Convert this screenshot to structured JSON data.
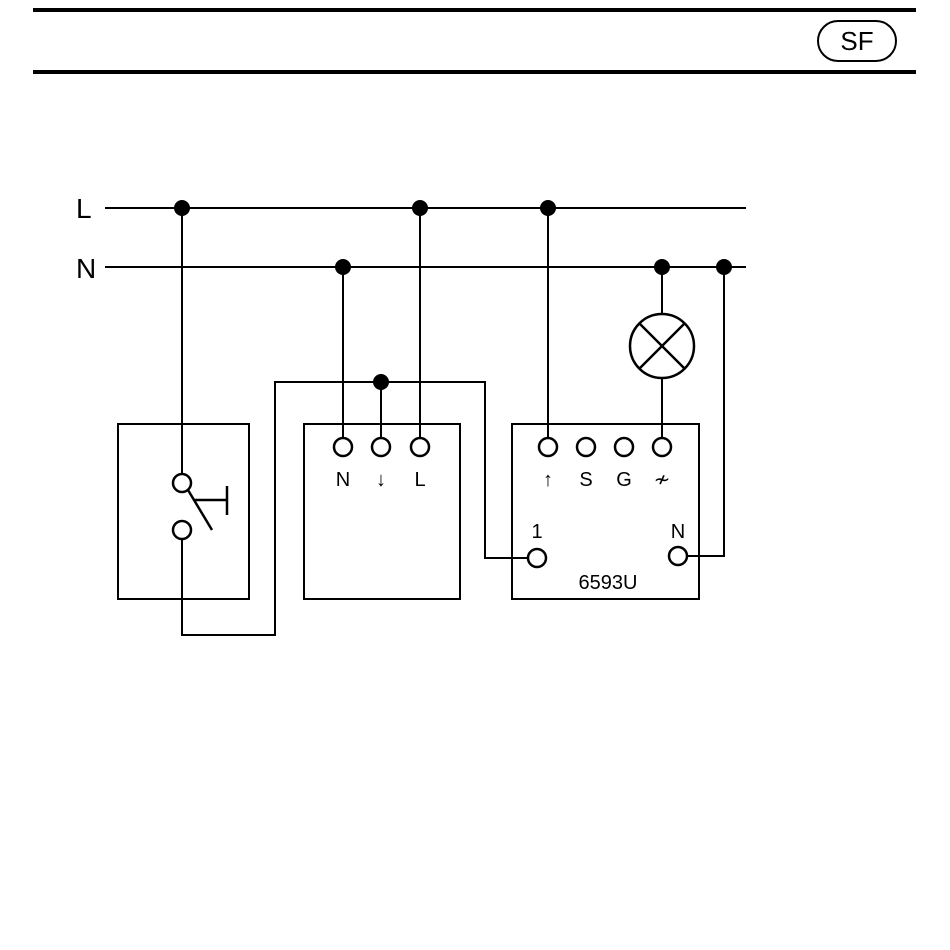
{
  "header": {
    "language_badge": "SF"
  },
  "diagram": {
    "bus_labels": {
      "line": "L",
      "neutral": "N"
    },
    "switch_module": {
      "terminals": [
        "N",
        "↓",
        "L"
      ]
    },
    "relay_module": {
      "terminals": [
        "↑",
        "S",
        "G",
        "≁"
      ],
      "input_label": "1",
      "neutral_label": "N",
      "model": "6593U"
    },
    "lamp_icon": "lamp-cross-icon",
    "pushbutton_icon": "pushbutton-switch-icon",
    "colors": {
      "ink": "#000000",
      "background": "#ffffff"
    }
  }
}
